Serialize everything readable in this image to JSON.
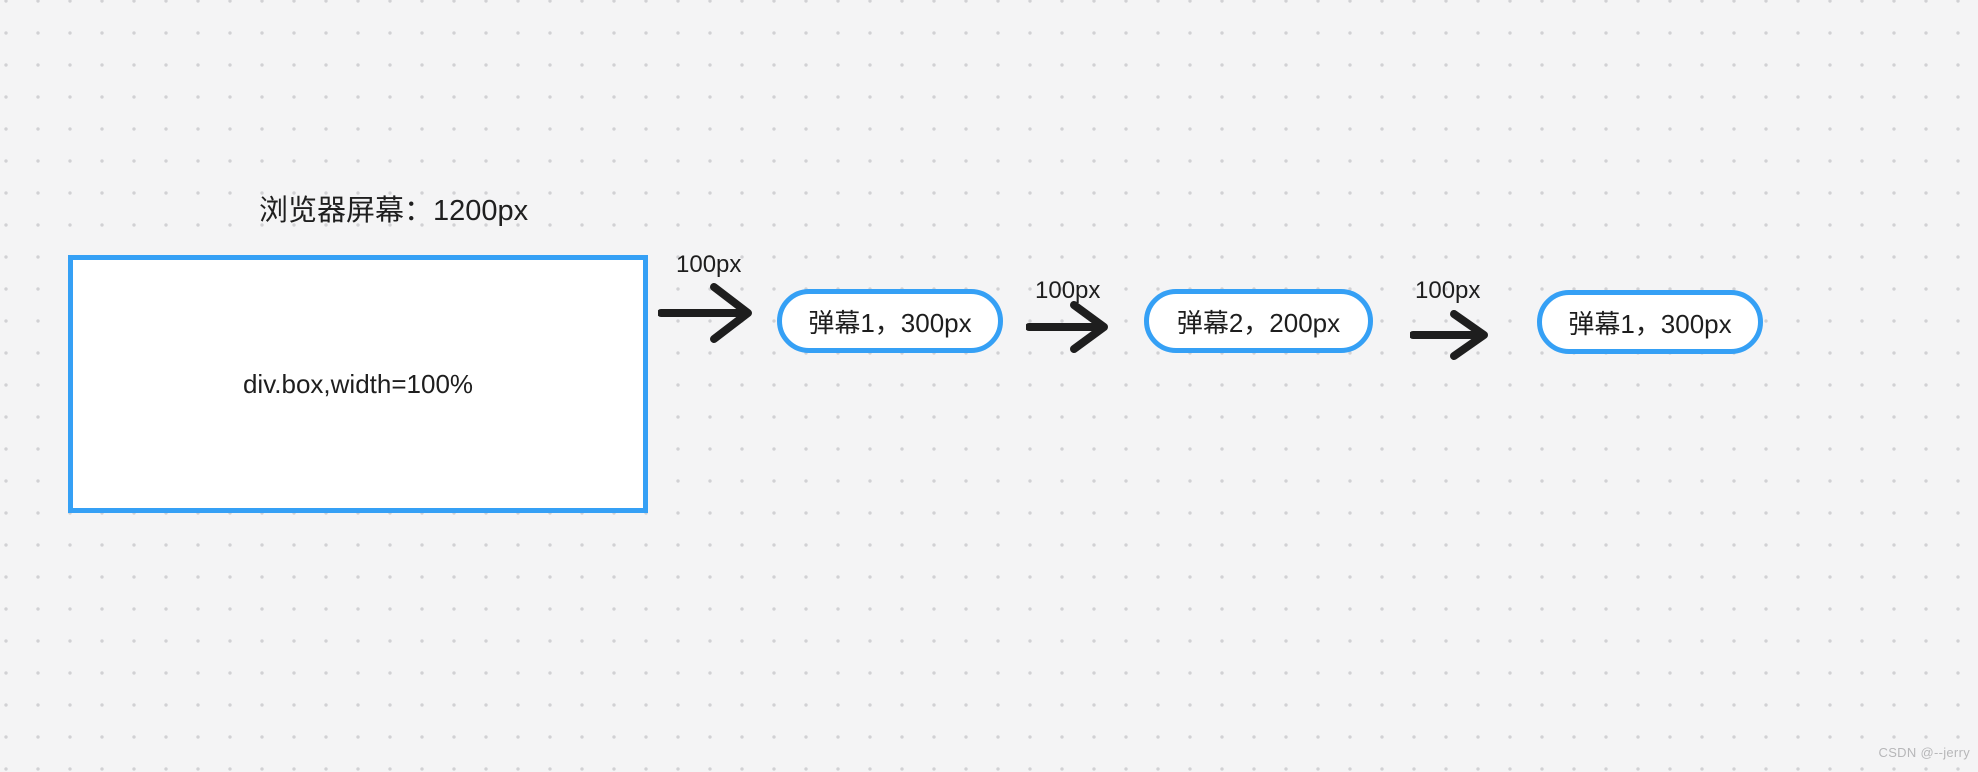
{
  "diagram": {
    "title": "浏览器屏幕：1200px",
    "box": {
      "label": "div.box,width=100%"
    },
    "arrows": [
      {
        "label": "100px"
      },
      {
        "label": "100px"
      },
      {
        "label": "100px"
      }
    ],
    "pills": [
      {
        "label": "弹幕1，300px"
      },
      {
        "label": "弹幕2，200px"
      },
      {
        "label": "弹幕1，300px"
      }
    ],
    "watermark": "CSDN @--jerry",
    "colors": {
      "accent_blue": "#35a0f5",
      "ink": "#1e1e1e",
      "background": "#f4f4f5",
      "dot": "#d1d1d4",
      "watermark_gray": "#b7b7b9"
    }
  }
}
